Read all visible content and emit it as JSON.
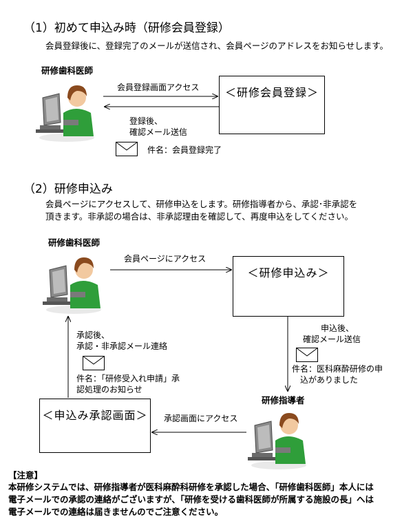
{
  "section1": {
    "title": "（1）初めて申込み時（研修会員登録）",
    "description": "会員登録後に、登録完了のメールが送信され、会員ページのアドレスをお知らせします。",
    "actor": "研修歯科医師",
    "box_label": "＜研修会員登録＞",
    "arrow_to_box": "会員登録画面アクセス",
    "arrow_back_line1": "登録後、",
    "arrow_back_line2": "確認メール送信",
    "mail_subject": "件名：会員登録完了"
  },
  "section2": {
    "title": "（2）研修申込み",
    "description_line1": "会員ページにアクセスして、研修申込をします。研修指導者から、承認･非承認を",
    "description_line2": "頂きます。非承認の場合は、非承認理由を確認して、再度申込をしてください。",
    "actor_dentist": "研修歯科医師",
    "actor_supervisor": "研修指導者",
    "box_apply": "＜研修申込み＞",
    "box_approval": "＜申込み承認画面＞",
    "arrow_member_access": "会員ページにアクセス",
    "arrow_down_line1": "申込後、",
    "arrow_down_line2": "確認メール送信",
    "mail_down_line1": "件名：医科麻酔研修の申",
    "mail_down_line2": "込がありました",
    "arrow_approval_access": "承認画面にアクセス",
    "arrow_up_line1": "承認後、",
    "arrow_up_line2": "承認・非承認メール連絡",
    "mail_up_line1": "件名：「研修受入れ申請」承",
    "mail_up_line2": "認処理のお知らせ"
  },
  "notice": {
    "heading": "【注意】",
    "line1": "本研修システムでは、研修指導者が医科麻酔科研修を承認した場合、「研修歯科医師」本人には",
    "line2": "電子メールでの承認の連絡がございますが、「研修を受ける歯科医師が所属する施設の長」へは",
    "line3": "電子メールでの連絡は届きませんのでご注意ください。"
  },
  "icons": [
    "person-at-computer-icon",
    "mail-envelope-icon"
  ],
  "colors": {
    "hair": "#8a4a1e",
    "skin": "#f2c9a0",
    "shirt": "#2f9e3a",
    "monitor": "#6b6b6b",
    "arrow": "#000000"
  }
}
